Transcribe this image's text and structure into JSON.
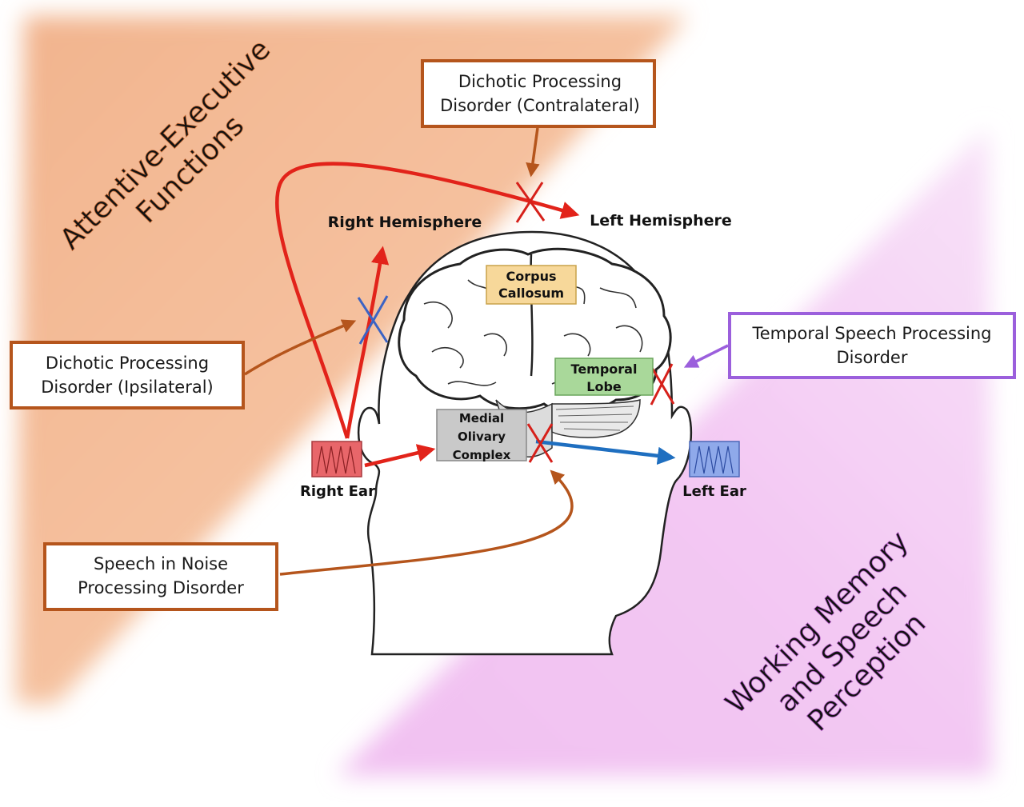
{
  "zones": {
    "attentive": [
      "Attentive-Executive",
      "Functions"
    ],
    "working_memory": [
      "Working Memory",
      "and Speech",
      "Perception"
    ]
  },
  "hemispheres": {
    "right": "Right  Hemisphere",
    "left": "Left Hemisphere"
  },
  "ears": {
    "right": "Right  Ear",
    "left": "Left Ear"
  },
  "regions": {
    "corpus_callosum": [
      "Corpus",
      "Callosum"
    ],
    "temporal_lobe": [
      "Temporal",
      "Lobe"
    ],
    "medial_olivary": [
      "Medial",
      "Olivary",
      "Complex"
    ]
  },
  "disorders": {
    "contralateral": [
      "Dichotic Processing",
      "Disorder (Contralateral)"
    ],
    "ipsilateral": [
      "Dichotic Processing",
      "Disorder (Ipsilateral)"
    ],
    "temporal_speech": [
      "Temporal Speech Processing",
      "Disorder"
    ],
    "speech_noise": [
      "Speech in Noise",
      "Processing Disorder"
    ]
  },
  "colors": {
    "orange_zone": "#f2b48e",
    "purple_zone": "#f3c8f3",
    "brown_box": "#b5551c",
    "purple_box": "#9b5fdc",
    "red_pathway": "#e2231a",
    "blue_pathway": "#1f6fc0",
    "corpus_fill": "#f7d89a",
    "temporal_fill": "#a9d89a",
    "olivary_fill": "#c9c9c9",
    "right_ear_fill": "#e8666a",
    "left_ear_fill": "#8fa9ea"
  }
}
